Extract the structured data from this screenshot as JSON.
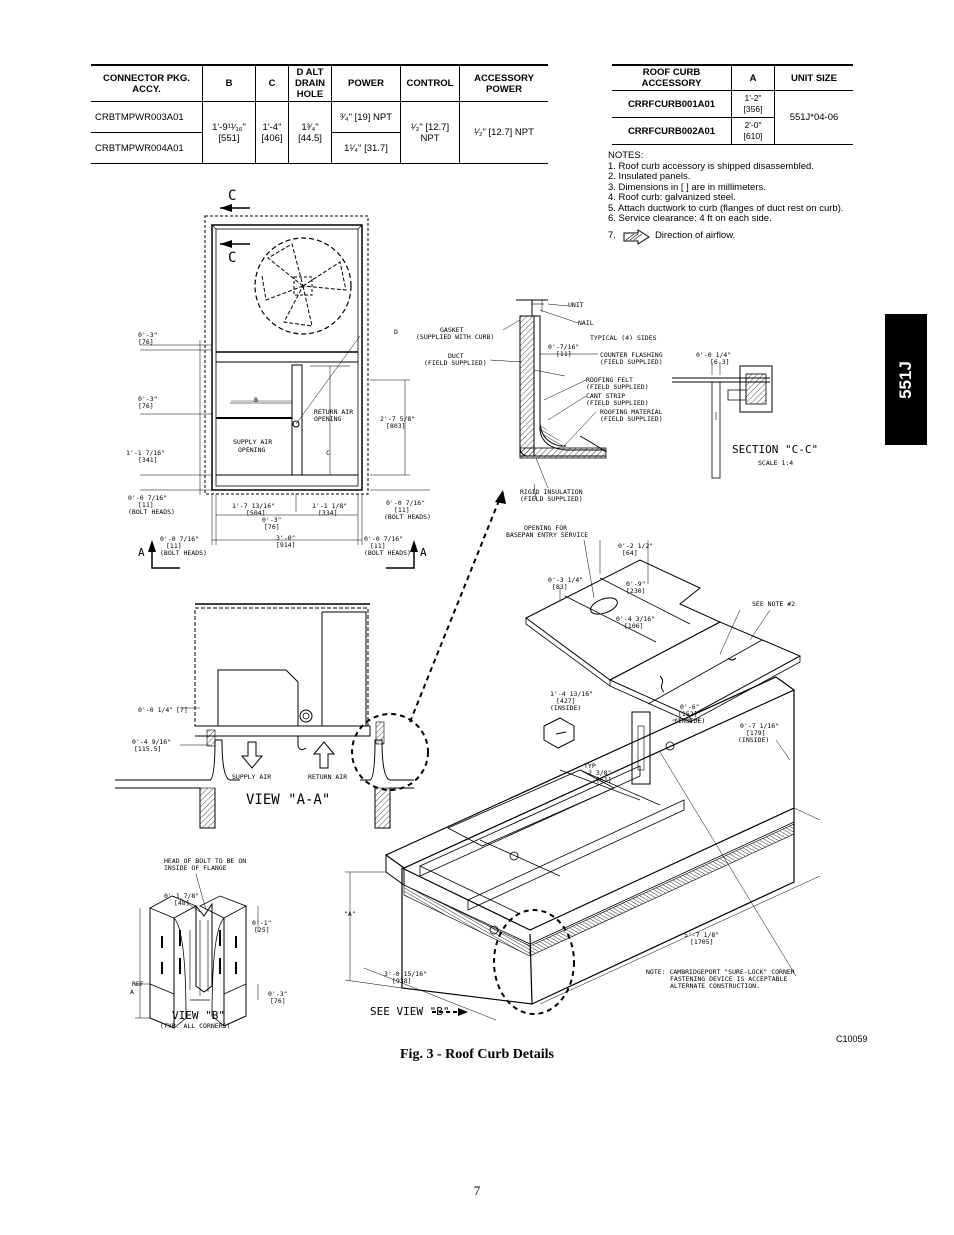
{
  "connector_table": {
    "headers": [
      "CONNECTOR PKG. ACCY.",
      "B",
      "C",
      "D ALT DRAIN HOLE",
      "POWER",
      "CONTROL",
      "ACCESSORY POWER"
    ],
    "row1_model": "CRBTMPWR003A01",
    "row2_model": "CRBTMPWR004A01",
    "b_value": "1'-9¹¹⁄₁₆\" [551]",
    "c_value": "1'-4\" [406]",
    "d_value": "1³⁄₄\" [44.5]",
    "power_row1": "³⁄₄\" [19] NPT",
    "power_row2": "1¹⁄₄\" [31.7]",
    "control": "¹⁄₂\" [12.7] NPT",
    "accessory_power": "¹⁄₂\" [12.7] NPT"
  },
  "curb_table": {
    "headers": [
      "ROOF CURB ACCESSORY",
      "A",
      "UNIT SIZE"
    ],
    "rows": [
      {
        "accessory": "CRRFCURB001A01",
        "a": "1'-2\" [356]"
      },
      {
        "accessory": "CRRFCURB002A01",
        "a": "2'-0\" [610]"
      }
    ],
    "unit_size": "551J*04-06"
  },
  "notes": {
    "title": "NOTES:",
    "items": [
      "1. Roof curb accessory is shipped disassembled.",
      "2. Insulated panels.",
      "3. Dimensions in [ ] are in millimeters.",
      "4. Roof curb: galvanized steel.",
      "5. Attach ductwork to curb (flanges of duct rest on curb).",
      "6. Service clearance: 4 ft on each side."
    ],
    "item7_num": "7.",
    "item7_text": "Direction of airflow."
  },
  "side_tab": "551J",
  "drawing_labels": {
    "c": "C",
    "a": "A",
    "b": "B",
    "d": "D",
    "c_small": "C",
    "unit": "UNIT",
    "nail": "NAIL",
    "gasket": "GASKET",
    "gasket2": "(SUPPLIED WITH CURB)",
    "typical": "TYPICAL (4) SIDES",
    "duct": "DUCT",
    "field_supplied": "(FIELD SUPPLIED)",
    "counter_flashing": "COUNTER FLASHING",
    "roofing_felt": "ROOFING FELT",
    "cant_strip": "CANT STRIP",
    "roofing_material": "ROOFING MATERIAL",
    "rigid_insulation": "RIGID INSULATION",
    "section_cc": "SECTION \"C-C\"",
    "scale": "SCALE 1:4",
    "return_air_opening": "RETURN AIR",
    "opening": "OPENING",
    "supply_air_opening": "SUPPLY AIR",
    "bolt_heads": "(BOLT HEADS)",
    "view_aa": "VIEW \"A-A\"",
    "supply_air": "SUPPLY AIR",
    "return_air": "RETURN AIR",
    "basepan_opening": "OPENING FOR",
    "basepan_opening2": "BASEPAN ENTRY SERVICE",
    "see_note2": "SEE NOTE #2",
    "inside": "(INSIDE)",
    "typ": "TYP",
    "head_bolt": "HEAD OF BOLT TO BE ON",
    "head_bolt2": "INSIDE OF FLANGE",
    "ref": "REF",
    "view_b": "VIEW \"B\"",
    "view_b_note": "(TYP. ALL CORNERS)",
    "see_view_b": "SEE VIEW \"B\"",
    "note_cambridge": "NOTE: CAMBRIDGEPORT \"SURE-LOCK\" CORNER",
    "note_cambridge2": "FASTENING DEVICE IS ACCEPTABLE",
    "note_cambridge3": "ALTERNATE CONSTRUCTION.",
    "a_dim": "\"A\""
  },
  "dims": {
    "d1": "0'-3\"",
    "d1m": "[76]",
    "d2": "0'-3\"",
    "d2m": "[76]",
    "d3": "1'-1 7/16\"",
    "d3m": "[341]",
    "d4": "0'-0 7/16\"",
    "d4m": "[11]",
    "d5": "1'-7 13/16\"",
    "d5m": "[504]",
    "d6": "0'-3\"",
    "d6m": "[76]",
    "d7": "1'-1 1/8\"",
    "d7m": "[334]",
    "d8": "0'-0 7/16\"",
    "d8m": "[11]",
    "d9": "3'-0\"",
    "d9m": "[914]",
    "d10": "2'-7 5/8\"",
    "d10m": "[803]",
    "d11": "0'-0 7/16\"",
    "d11m": "[11]",
    "d12": "0'-0 7/16\"",
    "d12m": "[11]",
    "s1": "0'-7/16\"",
    "s1m": "[11]",
    "s2": "0'-0 1/4\"",
    "s2m": "[6.3]",
    "v1": "0'-0 1/4\"",
    "v1m": "[7]",
    "v2": "0'-4 9/16\"",
    "v2m": "[115.5]",
    "p1": "0'-2 1/2\"",
    "p1m": "[64]",
    "p2": "0'-3 1/4\"",
    "p2m": "[83]",
    "p3": "0'-9\"",
    "p3m": "[230]",
    "p4": "0'-4 3/16\"",
    "p4m": "[106]",
    "p5": "1'-4 13/16\"",
    "p5m": "[427]",
    "p6": "0'-6\"",
    "p6m": "[152]",
    "p7": "0'-7 1/16\"",
    "p7m": "[179]",
    "p8": "2 3/8\"",
    "p8m": "[61]",
    "p9": "5'-7 1/8\"",
    "p9m": "[1705]",
    "p10": "3'-0 15/16\"",
    "p10m": "[938]",
    "b1": "0'-1 7/8\"",
    "b1m": "[48]",
    "b2": "0'-1\"",
    "b2m": "[25]",
    "b3": "0'-3\"",
    "b3m": "[76]"
  },
  "figure_caption": "Fig. 3 - Roof Curb Details",
  "figure_code": "C10059",
  "page_number": "7"
}
